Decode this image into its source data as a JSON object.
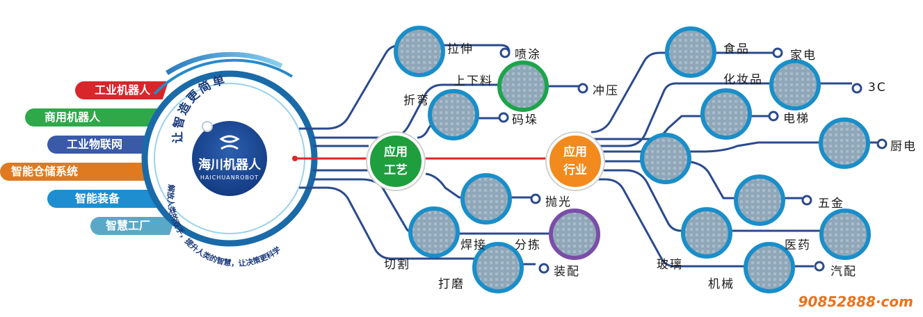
{
  "left_menu": [
    "工业机器人",
    "商用机器人",
    "工业物联网",
    "智能仓储系统",
    "智能装备",
    "智慧工厂"
  ],
  "center": {
    "slogan_top": "让智造更简单",
    "logo_cn": "海川机器人",
    "logo_en": "HAICHUANROBOT",
    "slogan_bottom": "解放人类的双手，提升人类的智慧，让决策更科学"
  },
  "hubs": {
    "process": [
      "应用",
      "工艺"
    ],
    "industry": [
      "应用",
      "行业"
    ]
  },
  "process_labels": {
    "stretch": "拉伸",
    "spray": "喷涂",
    "loading": "上下料",
    "stamping": "冲压",
    "bending": "折弯",
    "palletizing": "码垛",
    "polishing": "抛光",
    "welding": "焊接",
    "sorting": "分拣",
    "cutting": "切割",
    "grinding": "打磨",
    "assembly": "装配"
  },
  "industry_labels": {
    "food": "食品",
    "appliance": "家电",
    "cosmetics": "化妆品",
    "3c": "3C",
    "elevator": "电梯",
    "kitchen": "厨电",
    "hardware": "五金",
    "medical": "医药",
    "glass": "玻璃",
    "auto": "汽配",
    "machinery": "机械"
  },
  "watermark": "90852888·com",
  "colors": {
    "line": "#2a4a8c",
    "red_line": "#e02626",
    "green": "#1e9e3c",
    "orange": "#f28a1e",
    "photo_ring": "#1a8ec9",
    "green_ring": "#1ea44a",
    "purple_ring": "#7a4ea8"
  },
  "menu_colors": [
    "#d8262a",
    "#2fa84a",
    "#3a5aa8",
    "#e07a20",
    "#1e8ed0",
    "#5aa8c8"
  ]
}
